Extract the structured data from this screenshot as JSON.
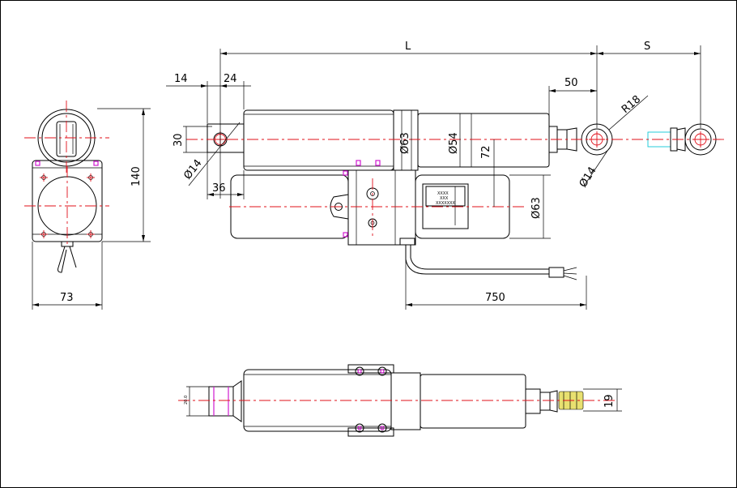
{
  "drawing": {
    "dimensions": {
      "length": "L",
      "stroke": "S",
      "d14a": "14",
      "d24": "24",
      "d30": "30",
      "d36": "36",
      "d50": "50",
      "r18": "R18",
      "d63a": "Ø63",
      "d54": "Ø54",
      "d72": "72",
      "d14b": "Ø14",
      "d14c": "Ø14",
      "d63b": "Ø63",
      "d140": "140",
      "d73": "73",
      "d750": "750",
      "d19": "19",
      "small_mark": "20.0"
    },
    "label_lines": [
      "XXXX",
      "XXX",
      "XXXXXXX"
    ]
  }
}
